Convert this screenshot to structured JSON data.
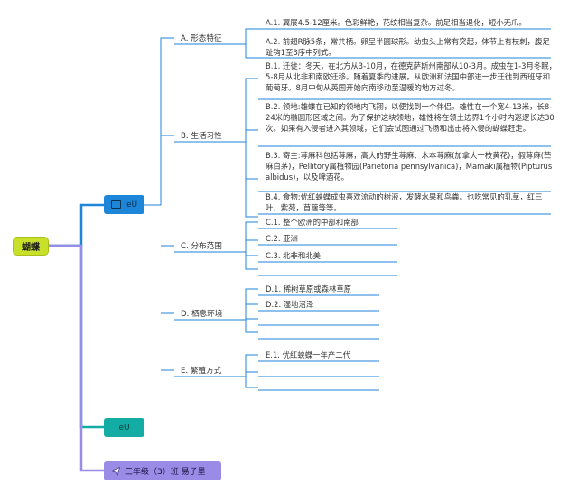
{
  "root": {
    "label": "蝴蝶"
  },
  "eu_main": {
    "label": "eU",
    "icon": "image-icon"
  },
  "eu_secondary": {
    "label": "eU"
  },
  "class_tag": {
    "label": "三年级（3）班 易子墨",
    "icon": "send-icon"
  },
  "branches": {
    "a": {
      "label": "A. 形态特征",
      "items": [
        "A.1. 翼展4.5-12厘米。色彩鲜艳，花纹相当复杂。前足相当退化，短小无爪。",
        "A.2. 前翅R脉5条，常共柄。卵呈半圆球形。幼虫头上常有突起，体节上有枝刺，腹足趾钩1至3序中列式。"
      ]
    },
    "b": {
      "label": "B. 生活习性",
      "items": [
        "B.1. 迁徙：冬天，在北方从3-10月，在德克萨斯州南部从10-3月。成虫在1-3月冬眠，5-8月从北非和南欧迁移。随着夏季的进展，从欧洲和法国中部进一步迁徙到西班牙和葡萄牙。8月中旬从英国开始向南移动至温暖的地方过冬。",
        "B.2. 领地:雄蝶在已知的领地内飞翔，以便找到一个伴侣。雄性在一个宽4-13米，长8-24米的椭圆形区域之间。为了保护这块领地，雄性将在领土边界1个小时内巡逻长达30次。如果有入侵者进入其领域，它们会试图通过飞扬和出击将入侵的蝴蝶赶走。",
        "B.3. 寄主:荨麻科包括荨麻，高大的野生荨麻、木本荨麻(加拿大一枝黄花)，假荨麻(苎麻白茅)，Pellitory属植物园(Parietoria pennsylvanica)，Mamaki属植物(Pipturus albidus)，以及啤酒花。",
        "B.4. 食物:优红蛱蝶成虫喜欢流动的树液，发酵水果和鸟粪。也吃常见的乳草，红三叶，紫苑，苜蓿等等。"
      ]
    },
    "c": {
      "label": "C. 分布范围",
      "items": [
        "C.1. 整个欧洲的中部和南部",
        "C.2. 亚洲",
        "C.3. 北非和北美"
      ]
    },
    "d": {
      "label": "D. 栖息环境",
      "items": [
        "D.1. 稀树草原或森林草原",
        "D.2. 湿地沼泽"
      ]
    },
    "e": {
      "label": "E. 繁殖方式",
      "items": [
        "E.1. 优红蛱蝶一年产二代"
      ]
    }
  },
  "colors": {
    "root_fill": "#c9e02b",
    "eu_blue": "#1e86d8",
    "eu_teal": "#14ada5",
    "class_purple": "#9a8ce6",
    "line_blue": "#1e86d8",
    "line_teal": "#14ada5",
    "line_purple": "#9a8ce6"
  }
}
